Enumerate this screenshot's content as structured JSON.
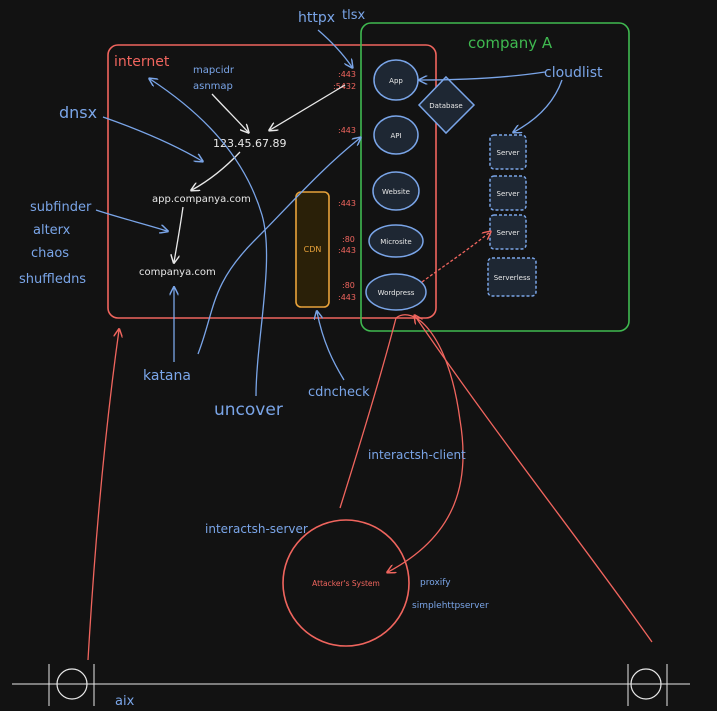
{
  "colors": {
    "background": "#121212",
    "red": "#f0655e",
    "green": "#3fb950",
    "blue": "#7aa5e8",
    "orange": "#e8a23a",
    "white": "#e8e8e8",
    "node_fill": "#1e2733"
  },
  "regions": {
    "internet": "internet",
    "company": "company A"
  },
  "internet_nodes": {
    "ip": "123.45.67.89",
    "subdomain": "app.companya.com",
    "domain": "companya.com",
    "cdn": "CDN"
  },
  "company_nodes": {
    "app": "App",
    "api": "API",
    "website": "Website",
    "microsite": "Microsite",
    "wordpress": "Wordpress",
    "database": "Database",
    "servers": [
      "Server",
      "Server",
      "Server"
    ],
    "serverless": "Serverless"
  },
  "ports": {
    "app_1": ":443",
    "app_2": ":5432",
    "api": ":443",
    "website": ":443",
    "microsite_1": ":80",
    "microsite_2": ":443",
    "wordpress_1": ":80",
    "wordpress_2": ":443"
  },
  "tools": {
    "httpx": "httpx",
    "tlsx": "tlsx",
    "mapcidr": "mapcidr",
    "asnmap": "asnmap",
    "dnsx": "dnsx",
    "subfinder": "subfinder",
    "alterx": "alterx",
    "chaos": "chaos",
    "shuffledns": "shuffledns",
    "cloudlist": "cloudlist",
    "katana": "katana",
    "uncover": "uncover",
    "cdncheck": "cdncheck",
    "interactsh_client": "interactsh-client",
    "interactsh_server": "interactsh-server",
    "proxify": "proxify",
    "simplehttpserver": "simplehttpserver",
    "aix": "aix"
  },
  "attacker": {
    "label": "Attacker's System"
  }
}
